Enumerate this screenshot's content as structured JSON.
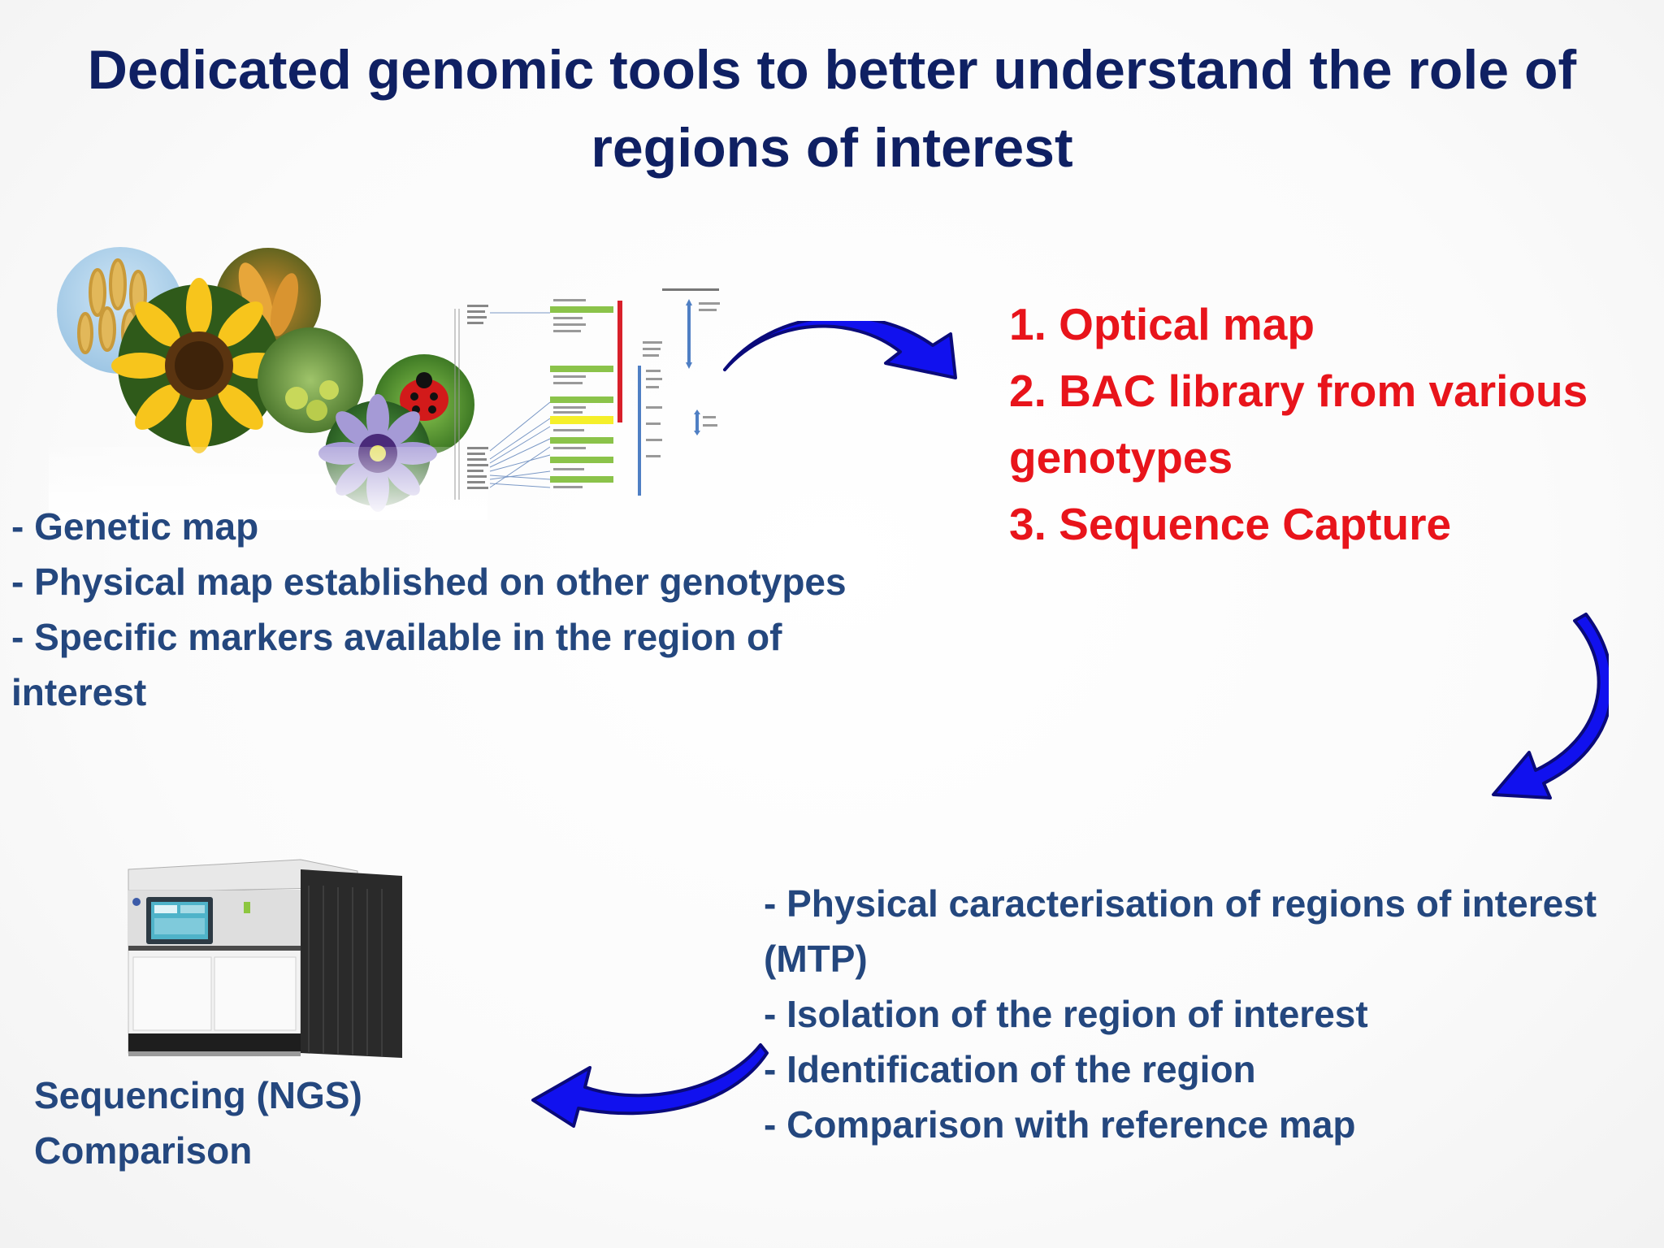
{
  "title": {
    "line1": "Dedicated genomic tools to better understand the role of",
    "line2": "regions of interest"
  },
  "existing_resources": [
    "- Genetic map",
    "- Physical map established on other genotypes",
    "- Specific markers available in the region of",
    "interest"
  ],
  "tools": [
    "1. Optical map",
    "2. BAC library from various",
    "genotypes",
    "3. Sequence Capture"
  ],
  "characterisation": [
    "- Physical caracterisation of regions of interest",
    "(MTP)",
    "- Isolation of the region of interest",
    "- Identification of the region",
    "- Comparison with reference map"
  ],
  "sequencing": [
    "Sequencing (NGS)",
    "Comparison"
  ],
  "colors": {
    "title": "#0f2063",
    "body_text": "#24477e",
    "highlight": "#e8141b",
    "arrow": "#1111ee"
  },
  "icons": {
    "species_collage": "plant-and-insect-photo-collage",
    "map_figure": "genetic-map-comparison-figure",
    "sequencer": "ngs-sequencer-machine"
  }
}
